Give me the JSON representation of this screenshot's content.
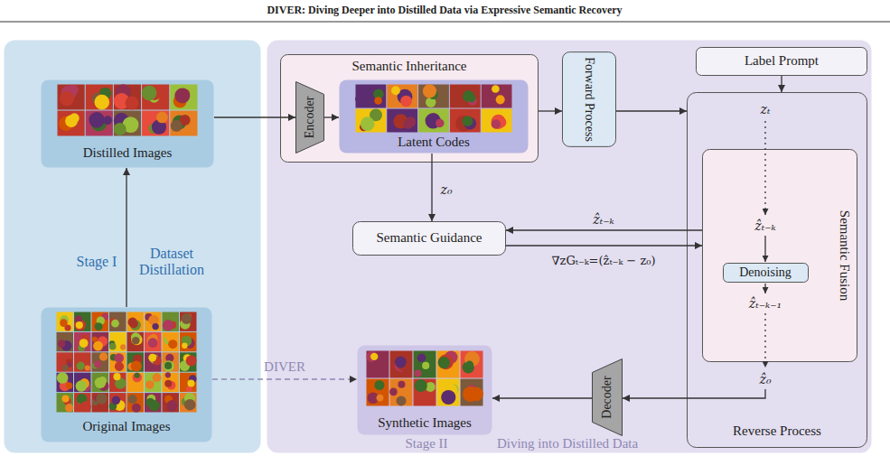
{
  "diagram": {
    "title": "DIVER: Diving Deeper into Distilled Data via Expressive Semantic Recovery",
    "nodes": [
      {
        "text": [
          "Stage I",
          "Dataset Distillation"
        ]
      },
      {
        "text": [
          "Distilled Images"
        ],
        "in": 0
      },
      {
        "text": [
          "Original Images"
        ],
        "in": 0
      },
      {
        "text": [
          "Stage II",
          "Diving into Distilled Data"
        ]
      },
      {
        "text": [
          "Semantic Inheritance"
        ],
        "in": 3
      },
      {
        "text": [
          "Encoder"
        ],
        "in": 4
      },
      {
        "text": [
          "Latent Codes"
        ],
        "in": 4
      },
      {
        "text": [
          "Forward Process"
        ],
        "in": 3
      },
      {
        "text": [
          "Label Prompt"
        ],
        "in": 3
      },
      {
        "text": [
          "Reverse Process"
        ],
        "in": 3
      },
      {
        "text": [
          "Semantic Fusion"
        ],
        "in": 9
      },
      {
        "text": [
          "Denoising"
        ],
        "in": 10
      },
      {
        "text": [
          "Semantic Guidance"
        ],
        "in": 3
      },
      {
        "text": [
          "Decoder"
        ],
        "in": 3
      },
      {
        "text": [
          "Synthetic Images"
        ],
        "in": 3
      }
    ],
    "edges": [
      {
        "from": 2,
        "to": 1,
        "arrow": "to"
      },
      {
        "from": 1,
        "to": 5,
        "arrow": "to"
      },
      {
        "from": 5,
        "to": 6,
        "arrow": "to"
      },
      {
        "from": 4,
        "to": 7,
        "arrow": "to"
      },
      {
        "from": 7,
        "to": 9,
        "arrow": "to"
      },
      {
        "from": 8,
        "to": 9,
        "arrow": "to"
      },
      {
        "from": 6,
        "to": 12,
        "arrow": "to",
        "label": "z₀"
      },
      {
        "from": 10,
        "to": 12,
        "arrow": "to",
        "label": "ẑₜ₋ₖ"
      },
      {
        "from": 12,
        "to": 10,
        "arrow": "to",
        "label": "∇zGₜ₋ₖ=(ẑₜ₋ₖ − z₀)"
      },
      {
        "from": 9,
        "to": 13,
        "arrow": "to"
      },
      {
        "from": 13,
        "to": 14,
        "arrow": "to"
      },
      {
        "from": 2,
        "to": 14,
        "arrow": "to",
        "label": "DIVER"
      }
    ],
    "labels": [
      "zₜ",
      "ẑₜ₋ₖ",
      "ẑₜ₋ₖ₋₁",
      "ẑ₀"
    ]
  }
}
